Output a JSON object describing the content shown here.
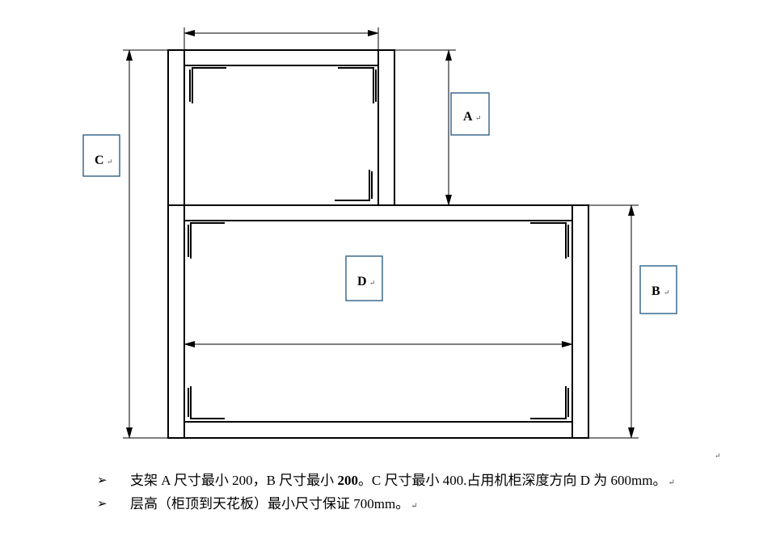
{
  "labels": {
    "a": "A",
    "b": "B",
    "c": "C",
    "d": "D",
    "return_mark": "↵"
  },
  "notes": [
    {
      "bullet": "➢",
      "pre": "支架 A 尺寸最小 200，B 尺寸最小 ",
      "bold": "200",
      "post": "。C 尺寸最小 400.占用机柜深度方向 D 为 600mm。",
      "end_mark": "↵"
    },
    {
      "bullet": "➢",
      "pre": "层高（柜顶到天花板）最小尺寸保证 700mm。",
      "bold": "",
      "post": "",
      "end_mark": "↵"
    }
  ],
  "colors": {
    "line": "#000000",
    "label_box_border": "#3b6a8f"
  }
}
